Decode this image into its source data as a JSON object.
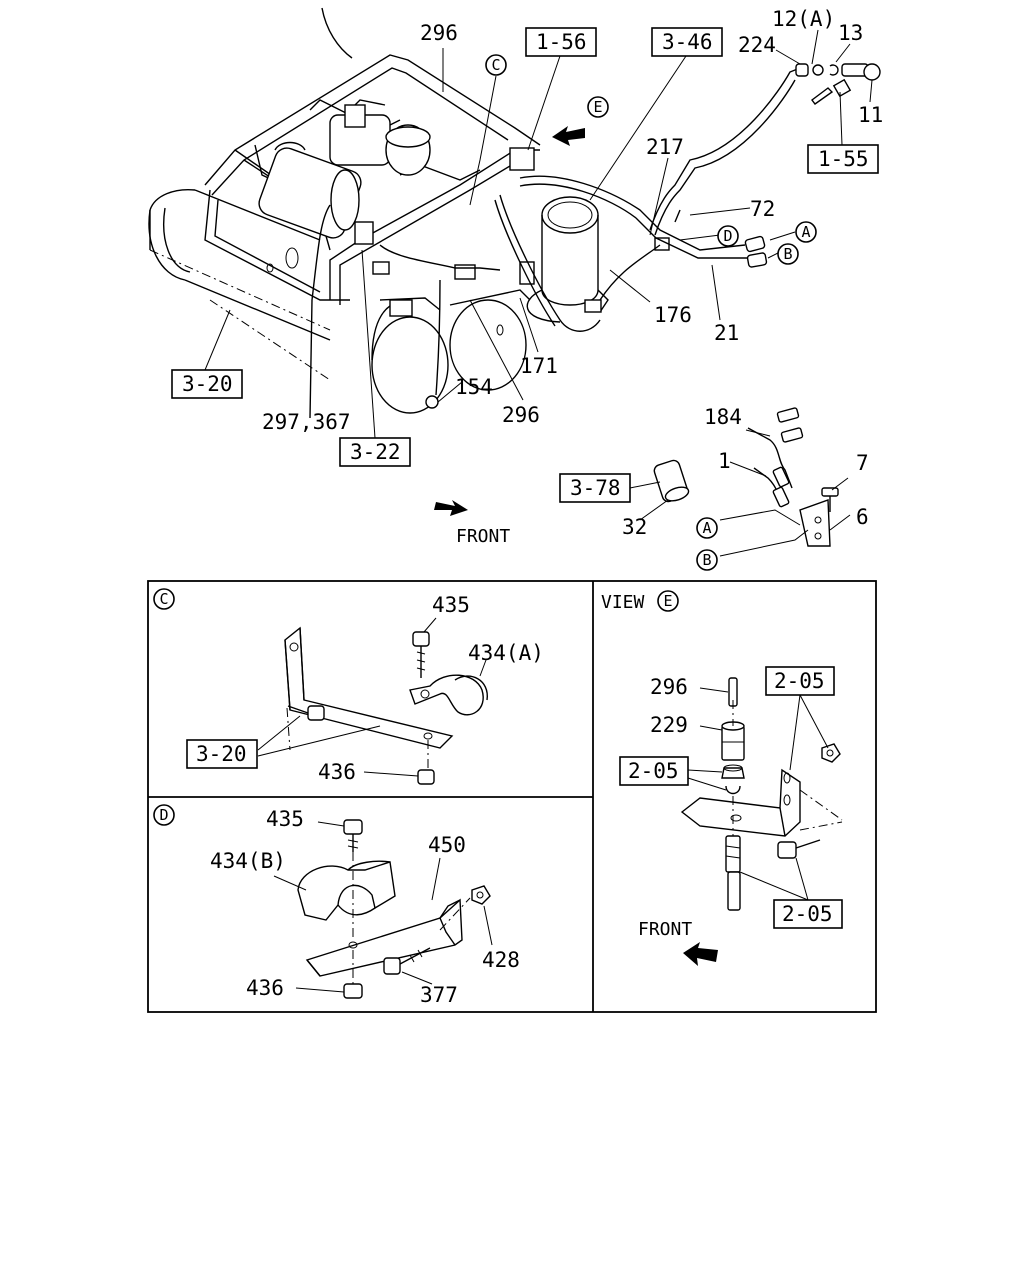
{
  "top": {
    "labels": {
      "l296": "296",
      "l12a": "12(A)",
      "l13": "13",
      "l224": "224",
      "l11": "11",
      "l217": "217",
      "l72": "72",
      "l176": "176",
      "l21": "21",
      "l171": "171",
      "l154": "154",
      "l296b": "296",
      "l297": "297,367",
      "l184": "184",
      "l1": "1",
      "l7": "7",
      "l6": "6",
      "l32": "32"
    },
    "refs": {
      "r156": "1-56",
      "r346": "3-46",
      "r155": "1-55",
      "r320": "3-20",
      "r322": "3-22",
      "r378": "3-78"
    },
    "callouts": {
      "c": "C",
      "e": "E",
      "a": "A",
      "b": "B",
      "d": "D",
      "a2": "A",
      "b2": "B"
    },
    "front": "FRONT"
  },
  "panel_c": {
    "circle": "C",
    "l435": "435",
    "l434a": "434(A)",
    "ref": "3-20",
    "l436": "436"
  },
  "panel_d": {
    "circle": "D",
    "l435": "435",
    "l434b": "434(B)",
    "l450": "450",
    "l428": "428",
    "l436": "436",
    "l377": "377"
  },
  "panel_e": {
    "view": "VIEW",
    "circle": "E",
    "l296": "296",
    "l229": "229",
    "ref1": "2-05",
    "ref2": "2-05",
    "ref3": "2-05",
    "front": "FRONT"
  }
}
